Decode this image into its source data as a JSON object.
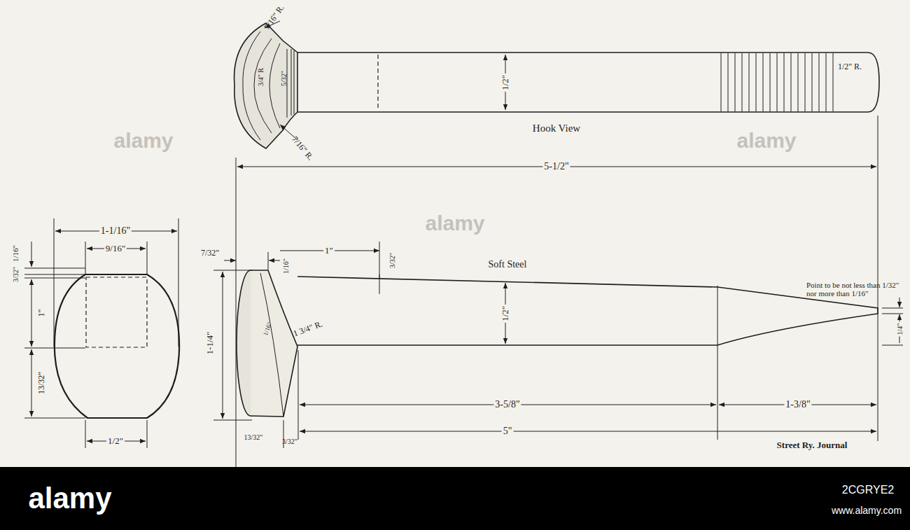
{
  "diagram": {
    "labels": [
      "7/16\" R.",
      "3/4\" R",
      "5/32\"",
      "7/16\" R.",
      "1/2\"",
      "1/2\" R.",
      "Hook View",
      "5-1/2\"",
      "1-1/16\"",
      "9/16\"",
      "1/16\"",
      "3/32\"",
      "1\"",
      "13/32\"",
      "1/2\"",
      "7/32\"",
      "1/16\"",
      "1\"",
      "3/32\"",
      "Soft Steel",
      "Point to be not less than 1/32\" nor more than 1/16\"",
      "1/2\"",
      "1-1/4\"",
      "1/16\"",
      "1 3/4\" R.",
      "1/4\"",
      "3-5/8\"",
      "1-3/8\"",
      "5\"",
      "Street Ry. Journal",
      "13/32\"",
      "3/32\"",
      "alamy",
      "alamy",
      "alamy",
      "alamy",
      "2CGRYE2",
      "www.alamy.com"
    ]
  }
}
